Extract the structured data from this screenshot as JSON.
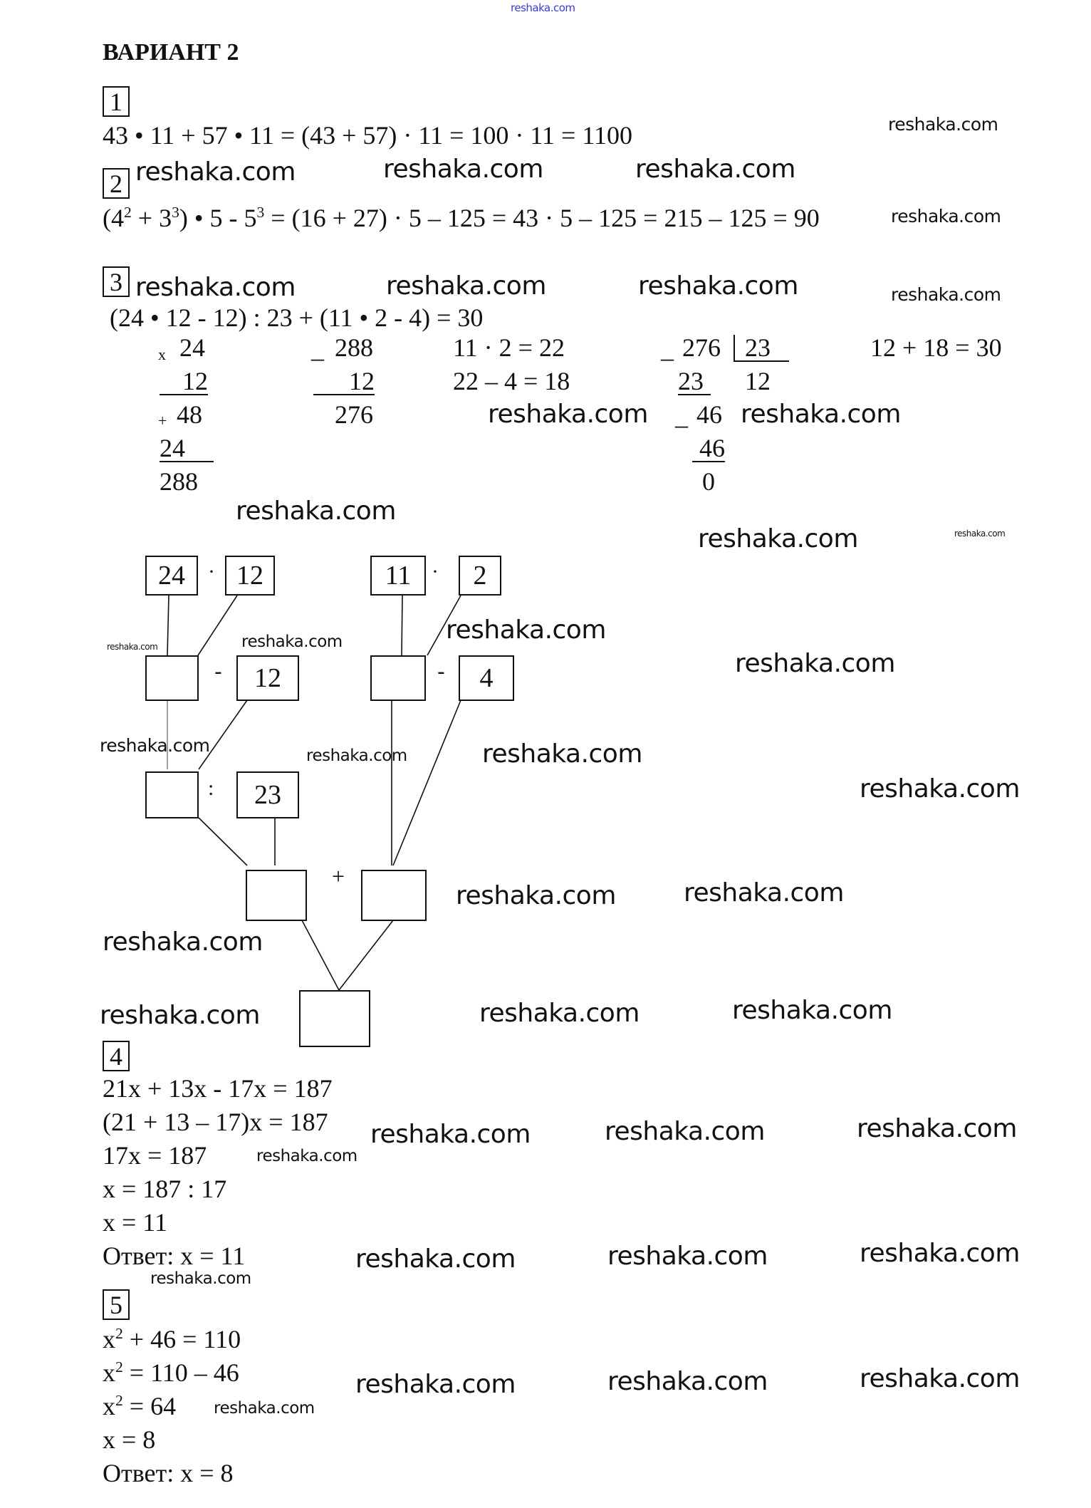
{
  "header": {
    "site_link": "reshaka.com"
  },
  "title": "ВАРИАНТ 2",
  "tasks": {
    "t1": {
      "number": "1",
      "line": "43 • 11 + 57 • 11 = (43 + 57) · 11 = 100 · 11 = 1100"
    },
    "t2": {
      "number": "2",
      "p1": "(4",
      "s1": "2",
      "p2": " + 3",
      "s2": "3",
      "p3": ") • 5 - 5",
      "s3": "3",
      "p4": " = (16 + 27) · 5 – 125 = 43 · 5 – 125 = 215 – 125 = 90"
    },
    "t3": {
      "number": "3",
      "expression": "(24 • 12 - 12) : 23 + (11 • 2 - 4) = 30",
      "multiplication": {
        "sign": "x",
        "a": "24",
        "b": "12",
        "plus": "+",
        "p1": "48",
        "p2": "24",
        "result": "288"
      },
      "subtraction": {
        "sign": "_",
        "a": "288",
        "b": "12",
        "result": "276"
      },
      "steps": [
        "11 · 2 = 22",
        "22 – 4 = 18"
      ],
      "division": {
        "sign": "_",
        "dividend": "276",
        "divisor": "23",
        "s1": "23",
        "quotient": "12",
        "sign2": "_",
        "r1": "46",
        "s2": "46",
        "remainder": "0"
      },
      "final": "12 + 18 = 30",
      "diagram": {
        "row1": [
          {
            "value": "24"
          },
          {
            "op": "·"
          },
          {
            "value": "12"
          },
          {
            "value": "11"
          },
          {
            "op": "·"
          },
          {
            "value": "2"
          }
        ],
        "row2": [
          {
            "value": ""
          },
          {
            "op": "-"
          },
          {
            "value": "12"
          },
          {
            "value": ""
          },
          {
            "op": "-"
          },
          {
            "value": "4"
          }
        ],
        "row3": [
          {
            "value": ""
          },
          {
            "op": ":"
          },
          {
            "value": "23"
          }
        ],
        "row4": [
          {
            "value": ""
          },
          {
            "op": "+"
          },
          {
            "value": ""
          }
        ],
        "row5": [
          {
            "value": ""
          }
        ]
      }
    },
    "t4": {
      "number": "4",
      "lines": [
        "21x + 13x - 17x = 187",
        "(21 + 13 – 17)x = 187",
        "17x = 187",
        "x = 187 : 17",
        "x = 11",
        "Ответ: x = 11"
      ]
    },
    "t5": {
      "number": "5",
      "l1a": "x",
      "l1s": "2",
      "l1b": " + 46 = 110",
      "l2a": "x",
      "l2s": "2",
      "l2b": " = 110 – 46",
      "l3a": "x",
      "l3s": "2",
      "l3b": " = 64",
      "l4": "x = 8",
      "l5": "Ответ: x = 8"
    }
  },
  "watermark": "reshaka.com"
}
